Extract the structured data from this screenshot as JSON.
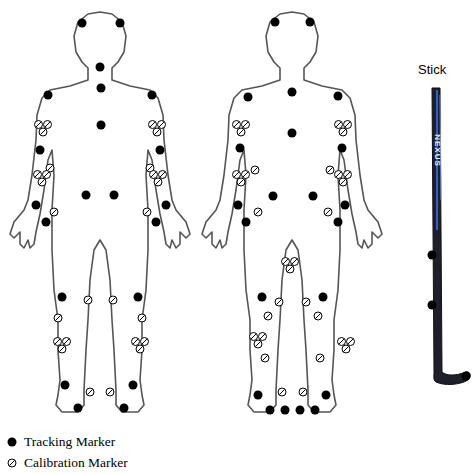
{
  "diagram": {
    "labels": [
      "Stick",
      "NEXUS"
    ],
    "legend": [
      {
        "text": "Tracking Marker"
      },
      {
        "text": "Calibration Marker"
      }
    ]
  }
}
